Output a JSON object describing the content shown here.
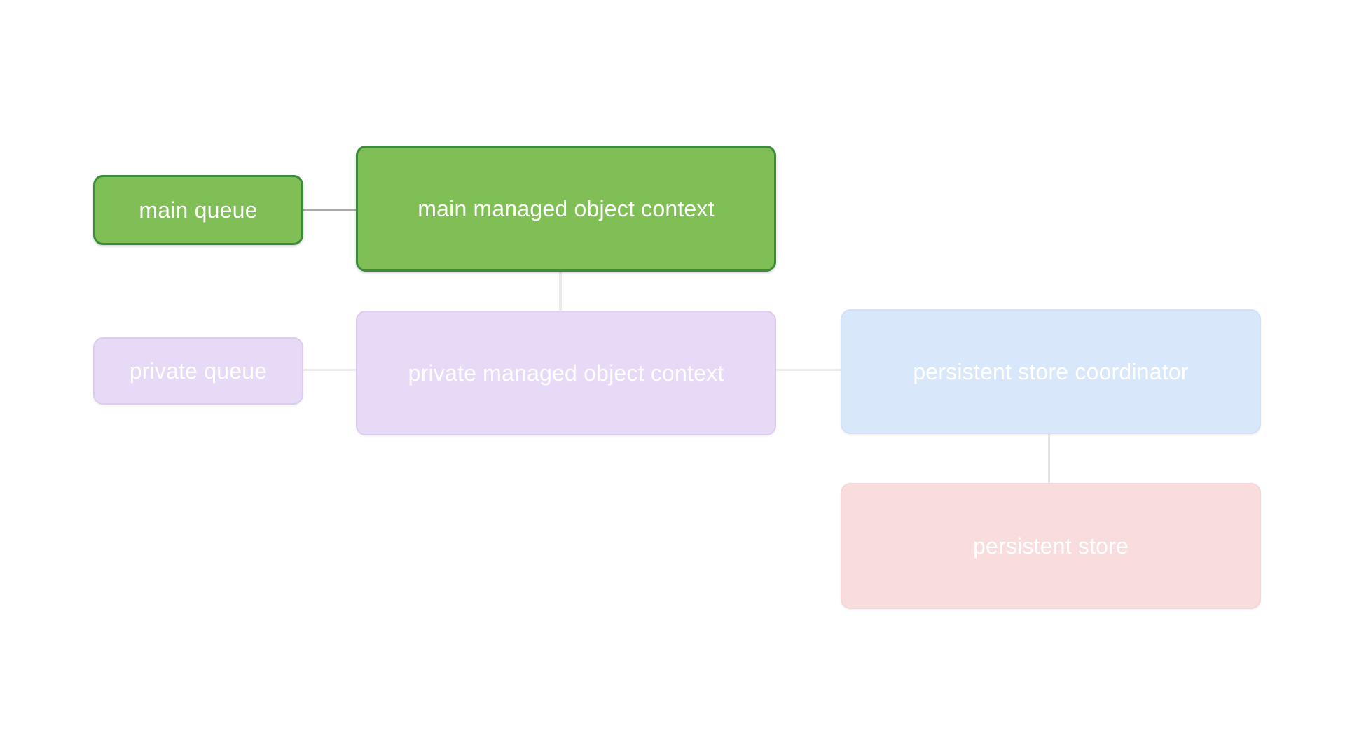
{
  "diagram": {
    "title": "core-data-stack",
    "background_color": "#ffffff",
    "nodes": [
      {
        "id": "main-queue",
        "label": "main queue",
        "fill_color": "#7fbf55",
        "border_color": "#3d8c3d",
        "text_color": "#ffffff"
      },
      {
        "id": "main-managed-object-context",
        "label": "main managed object context",
        "fill_color": "#7fbf55",
        "border_color": "#3d8c3d",
        "text_color": "#ffffff"
      },
      {
        "id": "private-queue",
        "label": "private queue",
        "fill_color": "#e7daf6",
        "border_color": "#dccdee",
        "text_color": "#ffffff"
      },
      {
        "id": "private-managed-object-context",
        "label": "private managed object context",
        "fill_color": "#e7daf6",
        "border_color": "#dccdee",
        "text_color": "#ffffff"
      },
      {
        "id": "persistent-store-coordinator",
        "label": "persistent store coordinator",
        "fill_color": "#d9e7fb",
        "border_color": "#d3e1f6",
        "text_color": "#ffffff"
      },
      {
        "id": "persistent-store",
        "label": "persistent store",
        "fill_color": "#f8dddc",
        "border_color": "#f3d6d5",
        "text_color": "#ffffff"
      }
    ],
    "connectors": [
      {
        "id": "main-queue-to-main-managed-object-context",
        "from": "main-queue",
        "to": "main-managed-object-context",
        "orientation": "horizontal",
        "color": "#a9a9a9"
      },
      {
        "id": "main-managed-object-context-to-private-managed-object-context",
        "from": "main-managed-object-context",
        "to": "private-managed-object-context",
        "orientation": "vertical",
        "color": "#e9e9e9"
      },
      {
        "id": "private-queue-to-private-managed-object-context",
        "from": "private-queue",
        "to": "private-managed-object-context",
        "orientation": "horizontal",
        "color": "#ececec"
      },
      {
        "id": "private-managed-object-context-to-persistent-store-coordinator",
        "from": "private-managed-object-context",
        "to": "persistent-store-coordinator",
        "orientation": "horizontal",
        "color": "#ececec"
      },
      {
        "id": "persistent-store-coordinator-to-persistent-store",
        "from": "persistent-store-coordinator",
        "to": "persistent-store",
        "orientation": "vertical",
        "color": "#e6e6e6"
      }
    ]
  }
}
